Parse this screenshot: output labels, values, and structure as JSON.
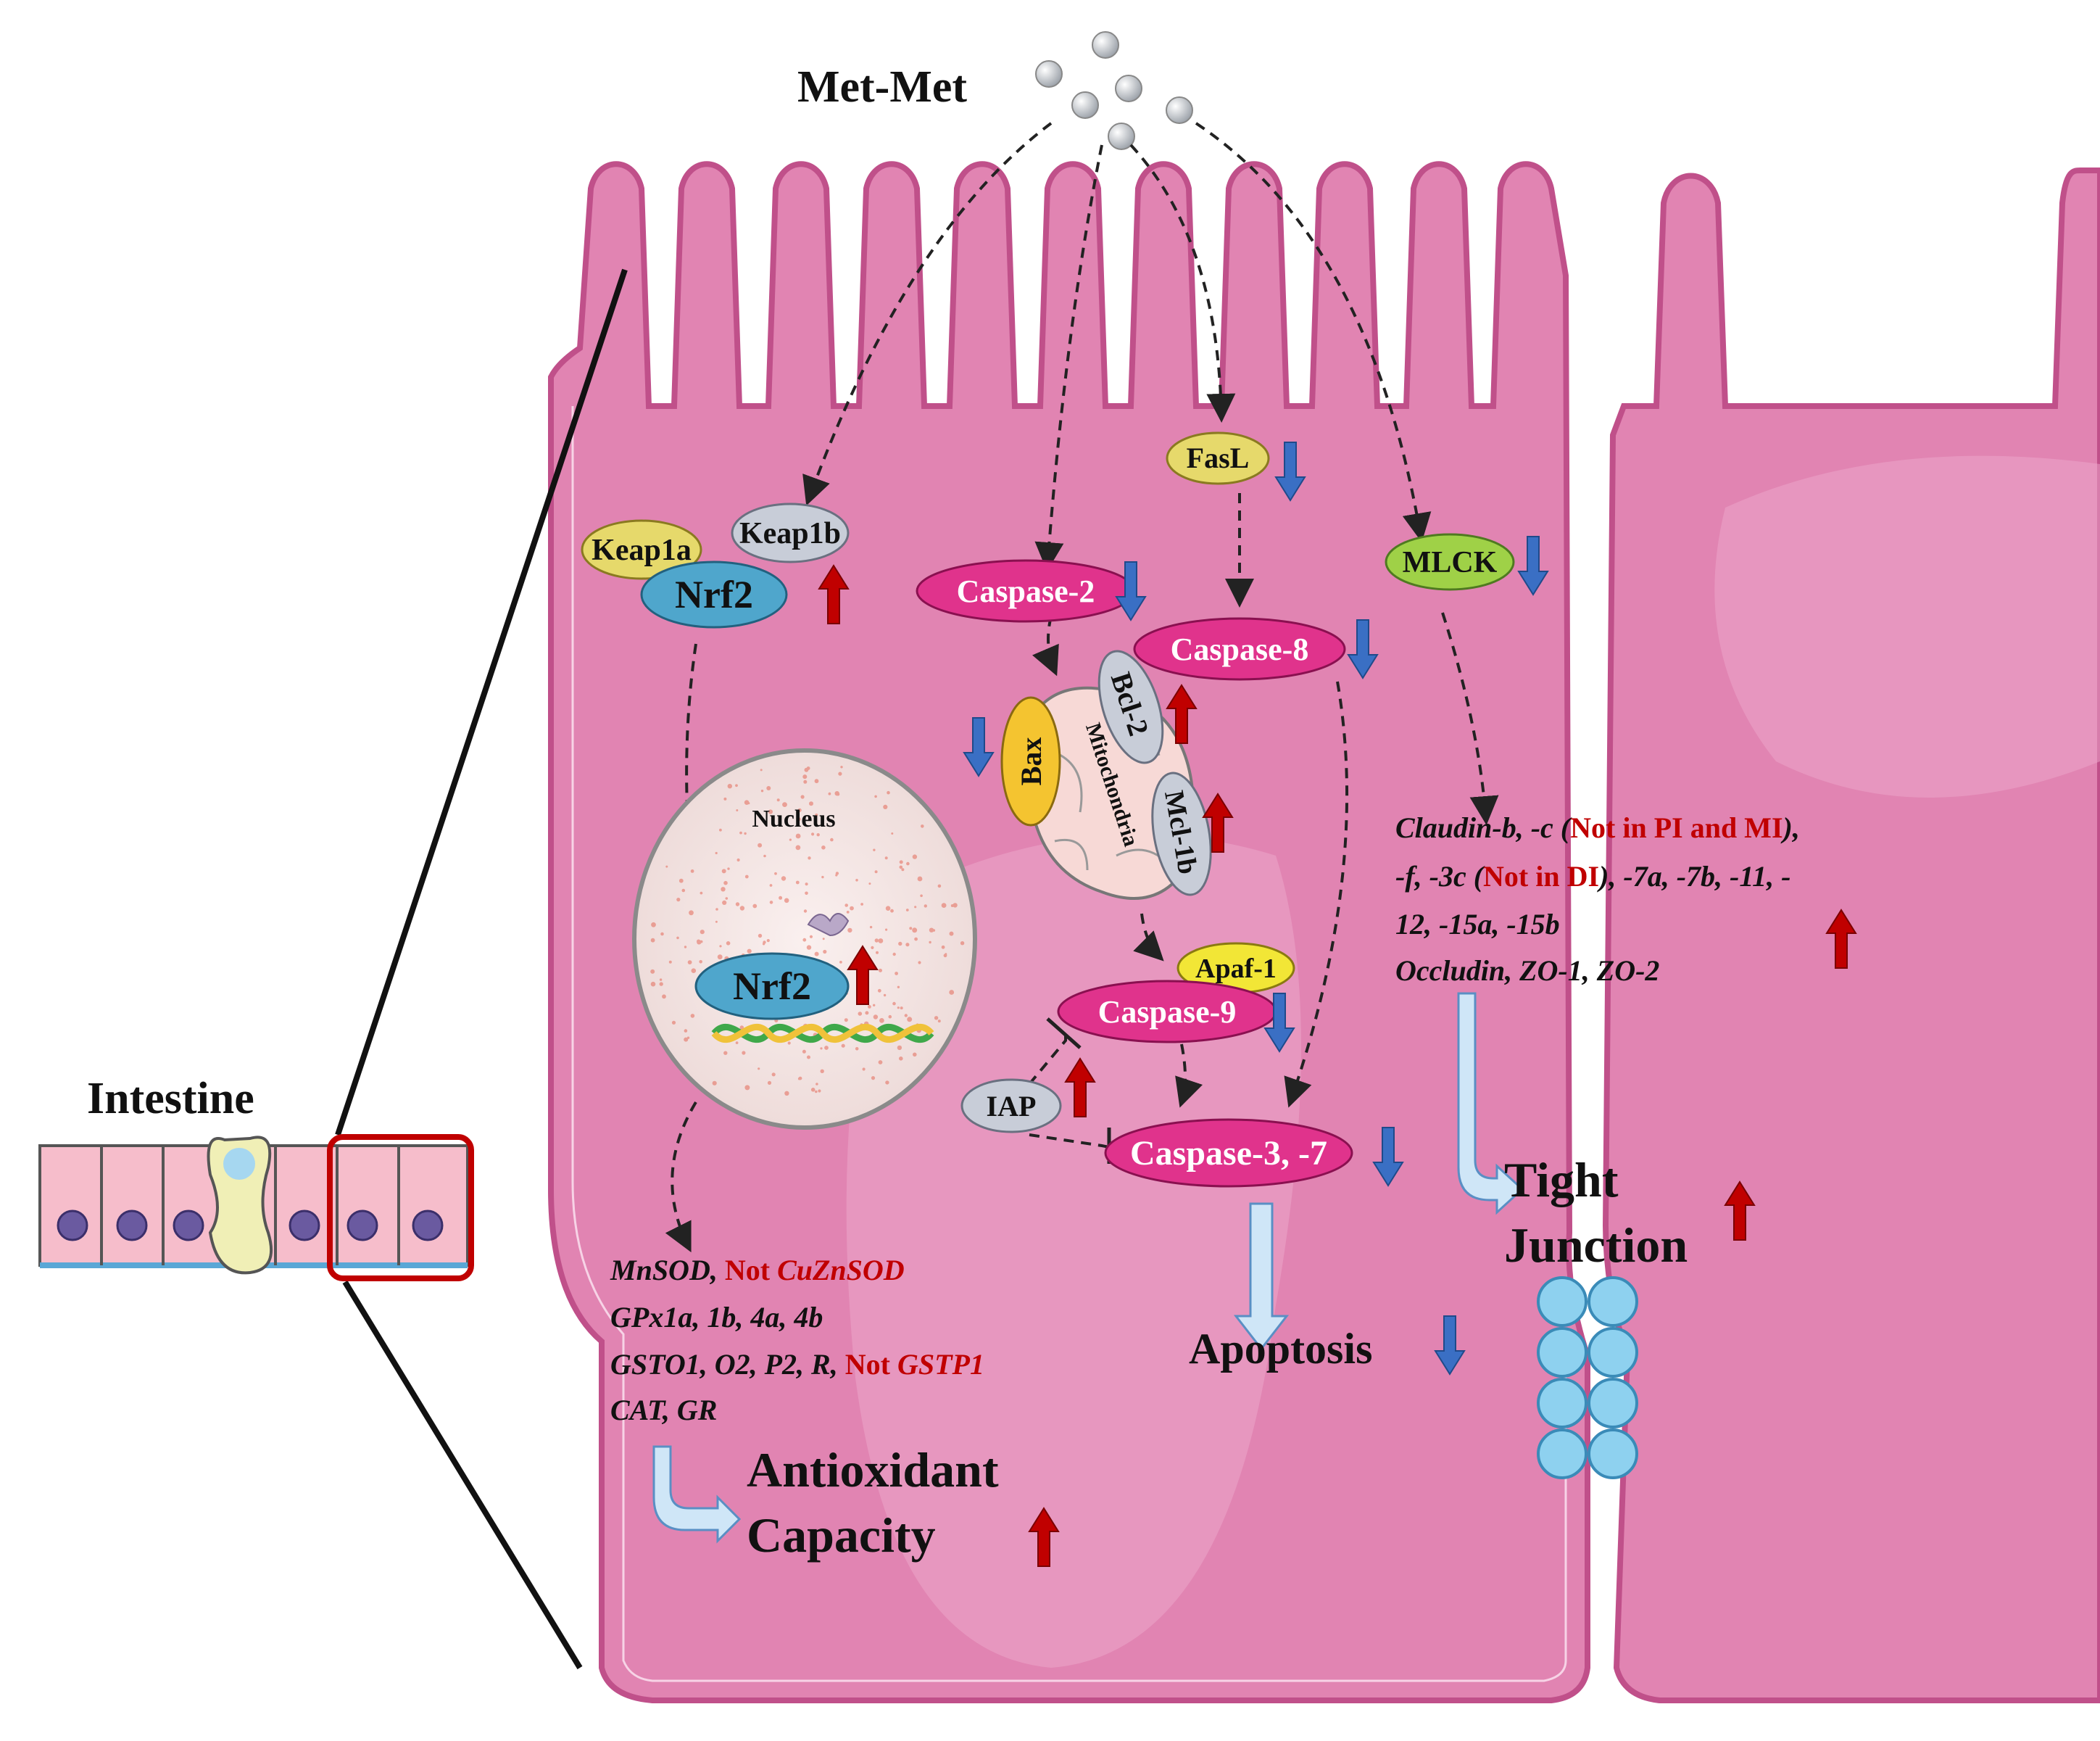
{
  "labels": {
    "met_met": "Met-Met",
    "intestine": "Intestine",
    "nucleus": "Nucleus",
    "mitochondria": "Mitochondria",
    "keap1a": "Keap1a",
    "keap1b": "Keap1b",
    "nrf2": "Nrf2",
    "nrf2_nuclear": "Nrf2",
    "fasl": "FasL",
    "mlck": "MLCK",
    "caspase2": "Caspase-2",
    "caspase8": "Caspase-8",
    "bax": "Bax",
    "bcl2": "Bcl-2",
    "mcl1b": "Mcl-1b",
    "apaf1": "Apaf-1",
    "caspase9": "Caspase-9",
    "iap": "IAP",
    "caspase37": "Caspase-3, -7",
    "apoptosis": "Apoptosis",
    "antioxidant_line1": "Antioxidant",
    "antioxidant_line2": "Capacity",
    "tight_line1": "Tight",
    "tight_line2": "Junction"
  },
  "antioxidant_genes": {
    "l1a": "MnSOD,",
    "l1b": " Not ",
    "l1c": "CuZnSOD",
    "l2": "GPx1a, 1b, 4a, 4b",
    "l3a": "GSTO1, O2, P2, R,",
    "l3b": " Not ",
    "l3c": "GSTP1",
    "l4": "CAT, GR"
  },
  "tight_genes": {
    "l1a": "Claudin-b, -c (",
    "l1b": "Not in PI and MI",
    "l1c": "),",
    "l2a": "-f, -3c (",
    "l2b": "Not in DI",
    "l2c": "), -7a, -7b, -11, -",
    "l3": "12, -15a, -15b",
    "l4": "Occludin, ZO-1, ZO-2"
  },
  "colors": {
    "cell_fill": "#e184b2",
    "cell_stroke": "#c0508a",
    "up_arrow": "#c00000",
    "down_arrow": "#3a6fc4",
    "red_text": "#c00000",
    "caspase_fill": "#e0338c",
    "nrf2_fill": "#4fa6cc",
    "keap1a_fill": "#e6d96b",
    "grey_protein": "#c8cdd8",
    "mlck_fill": "#9fd147",
    "junction_fill": "#8ed1ef"
  },
  "regulation": {
    "nrf2": "up",
    "nrf2_nuclear": "up",
    "fasl": "down",
    "mlck": "down",
    "caspase2": "down",
    "caspase8": "down",
    "bax": "down",
    "bcl2": "up",
    "mcl1b": "up",
    "caspase9": "down",
    "iap": "up",
    "caspase37": "down",
    "apoptosis": "down",
    "antioxidant": "up",
    "tight_genes": "up",
    "tight_junction": "up"
  }
}
